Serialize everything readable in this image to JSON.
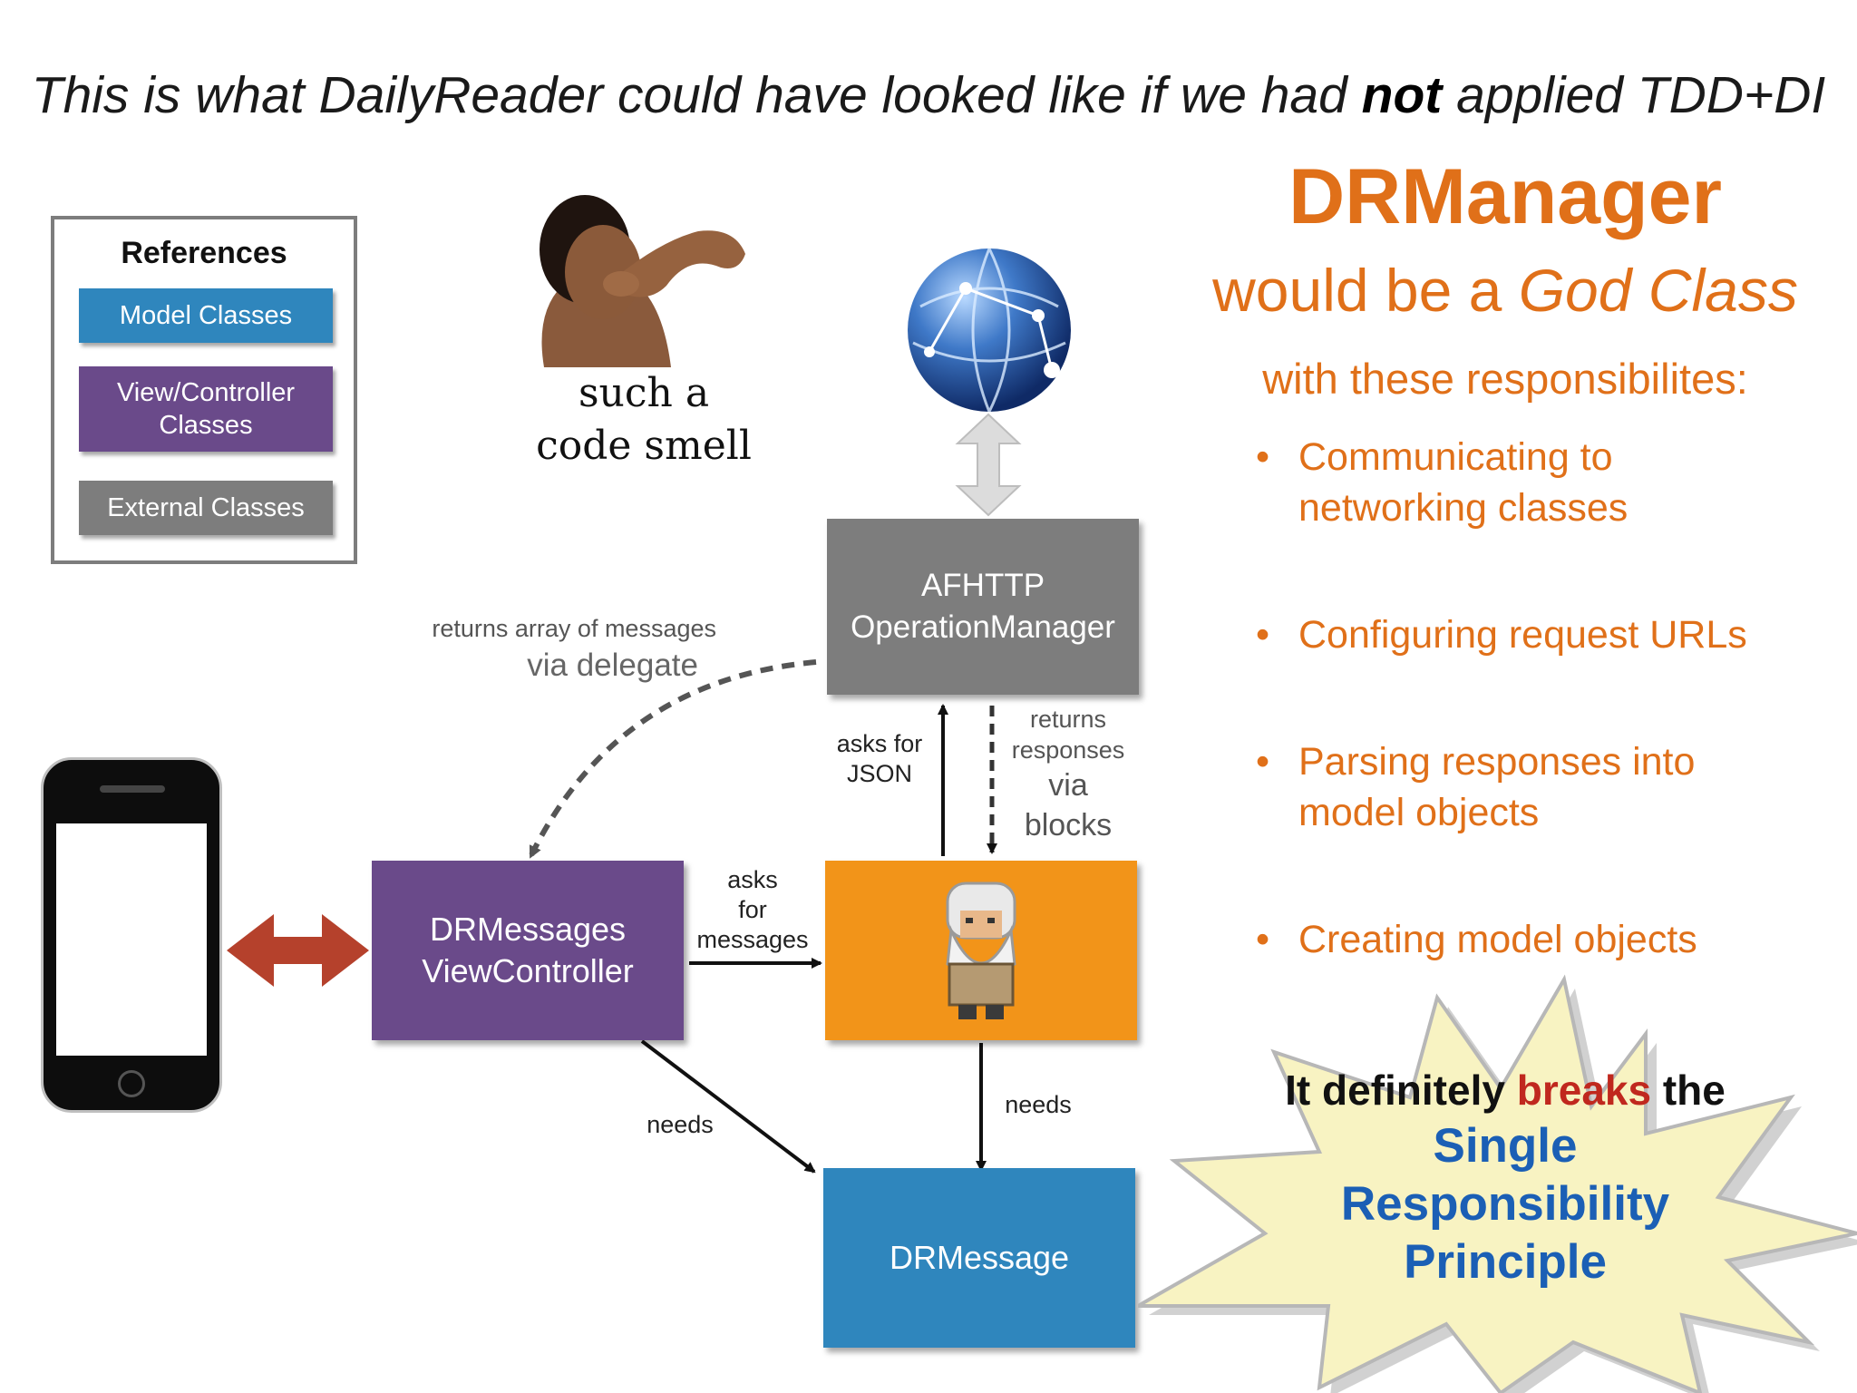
{
  "headline": {
    "before": "This is what DailyReader could have looked like if we had ",
    "emphasis": "not",
    "after": " applied TDD+DI"
  },
  "legend": {
    "title": "References",
    "items": [
      {
        "label": "Model Classes",
        "color": "#2f86bd"
      },
      {
        "label": "View/Controller Classes",
        "color": "#6a4a8a"
      },
      {
        "label": "External Classes",
        "color": "#7d7d7d"
      }
    ]
  },
  "smell": {
    "line1": "such a",
    "line2": "code smell"
  },
  "nodes": {
    "afhttp": {
      "line1": "AFHTTP",
      "line2": "OperationManager"
    },
    "vc": {
      "line1": "DRMessages",
      "line2": "ViewController"
    },
    "model": {
      "label": "DRMessage"
    },
    "manager_icon": "wizard-sprite-icon"
  },
  "edges": {
    "delegate_small": "returns array of messages",
    "delegate_big": "via delegate",
    "asks_json": {
      "line1": "asks for",
      "line2": "JSON"
    },
    "returns": {
      "line1": "returns",
      "line2": "responses",
      "line3": "via",
      "line4": "blocks"
    },
    "asks_messages": {
      "line1": "asks",
      "line2": "for",
      "line3": "messages"
    },
    "needs_left": "needs",
    "needs_right": "needs"
  },
  "right": {
    "title": "DRManager",
    "sub_before": "would be a ",
    "sub_italic": "God Class",
    "intro": "with these responsibilites:",
    "bullets": [
      {
        "line1": "Communicating to",
        "line2": "networking classes"
      },
      {
        "line1": "Configuring request URLs",
        "line2": ""
      },
      {
        "line1": "Parsing responses into",
        "line2": "model objects"
      },
      {
        "line1": "Creating model objects",
        "line2": ""
      }
    ],
    "bullet_char": "•"
  },
  "starburst": {
    "pre": "It definitely ",
    "red": "breaks",
    "post": " the",
    "line2": "Single",
    "line3": "Responsibility",
    "line4": "Principle"
  },
  "colors": {
    "orange": "#e07019",
    "purple": "#6a4a8a",
    "blue": "#2f86bd",
    "gray": "#7d7d7d",
    "manager_bg": "#f29419",
    "arrow_red": "#b5412c",
    "srp_blue": "#1b5fb5",
    "breaks_red": "#c0281e"
  }
}
